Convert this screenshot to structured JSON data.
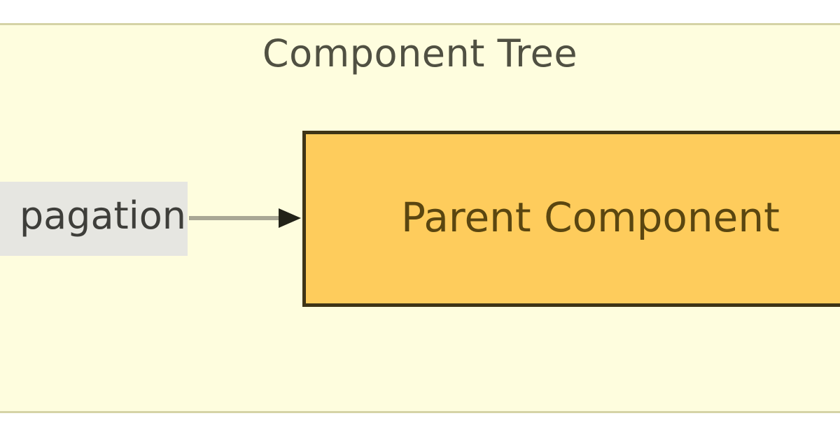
{
  "diagram": {
    "subgraph": {
      "title": "Component Tree",
      "background": "#fefdde",
      "border_color": "#d5d3a6"
    },
    "edge": {
      "label": "pagation",
      "label_background": "#e6e6e1",
      "line_color": "#a9a795",
      "arrow_color": "#222218",
      "direction": "left-to-right"
    },
    "node": {
      "label": "Parent Component",
      "fill": "#fecc5c",
      "stroke": "#3e3416"
    }
  }
}
